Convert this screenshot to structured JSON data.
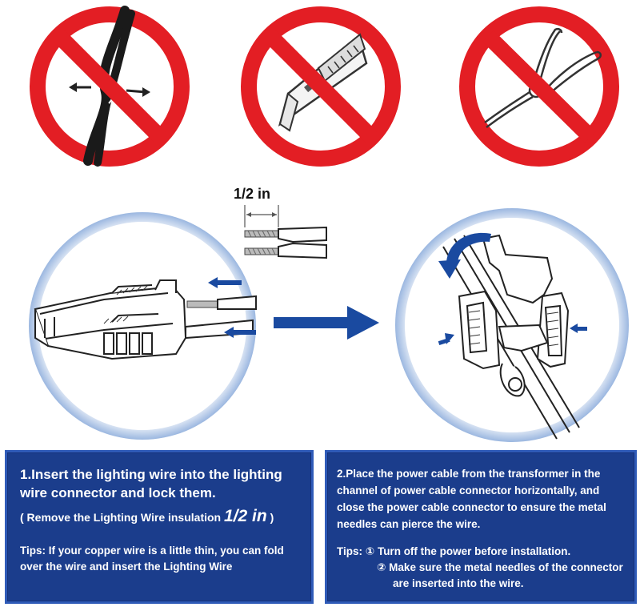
{
  "measure": {
    "label": "1/2 in"
  },
  "prohibitions": [
    {
      "name": "no-splitting-wires",
      "icon": "twisted-wire-icon"
    },
    {
      "name": "no-utility-knife",
      "icon": "utility-knife-icon"
    },
    {
      "name": "no-pliers",
      "icon": "pliers-icon"
    }
  ],
  "colors": {
    "prohibition_red": "#e31e24",
    "panel_blue": "#1b3d8c",
    "panel_border": "#2f5bb8",
    "arrow_blue": "#1a4aa0",
    "circle_glow": "#9bb7e0"
  },
  "steps": {
    "step1": {
      "title": "1.Insert the lighting wire into the lighting wire connector and lock them.",
      "note_prefix": "( Remove the Lighting Wire insulation ",
      "note_value": "1/2 in",
      "note_suffix": " )",
      "tips": "Tips: If your copper wire is a little thin, you can fold over the wire and insert the Lighting Wire"
    },
    "step2": {
      "body": "2.Place the power cable from the transformer in the channel of power cable connector horizontally, and close the power cable connector to ensure the metal needles can pierce the wire.",
      "tips_label": "Tips: ",
      "tip1": "① Turn off the power before installation.",
      "tip2_line1": "② Make sure the metal needles of the connector",
      "tip2_line2": "are inserted into the wire."
    }
  }
}
